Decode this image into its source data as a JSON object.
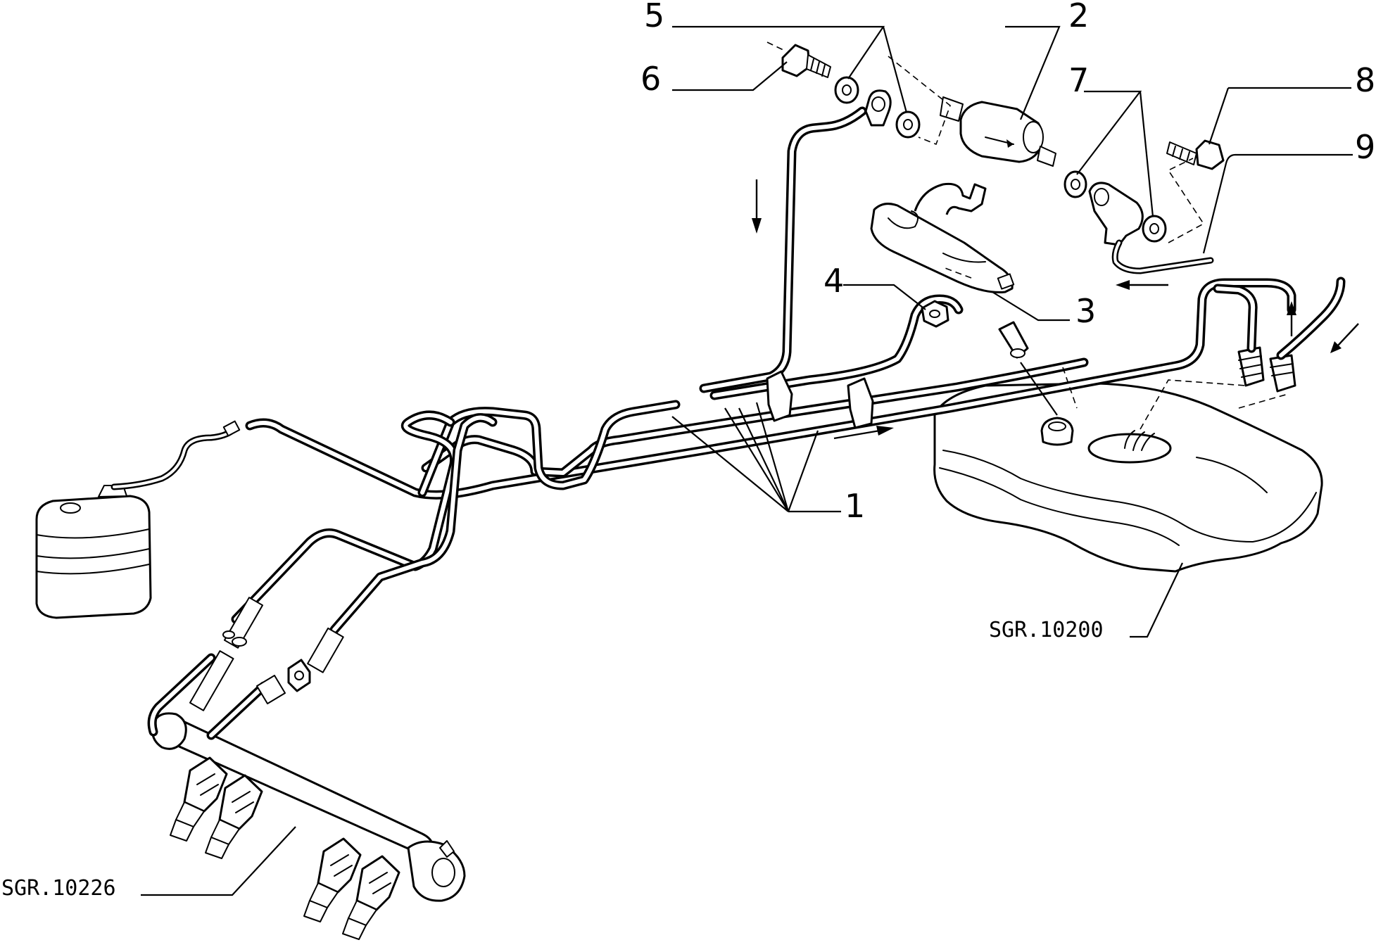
{
  "diagram": {
    "callouts": [
      {
        "id": "1",
        "label": "1"
      },
      {
        "id": "2",
        "label": "2"
      },
      {
        "id": "3",
        "label": "3"
      },
      {
        "id": "4",
        "label": "4"
      },
      {
        "id": "5",
        "label": "5"
      },
      {
        "id": "6",
        "label": "6"
      },
      {
        "id": "7",
        "label": "7"
      },
      {
        "id": "8",
        "label": "8"
      },
      {
        "id": "9",
        "label": "9"
      }
    ],
    "references": [
      {
        "id": "tank",
        "label": "SGR.10200"
      },
      {
        "id": "rail",
        "label": "SGR.10226"
      }
    ]
  }
}
